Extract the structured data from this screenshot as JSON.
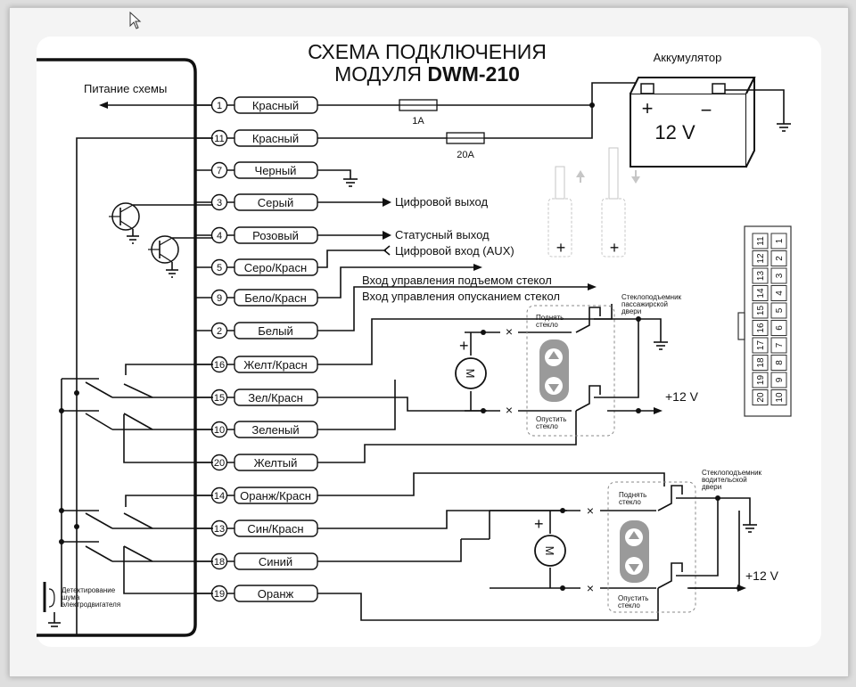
{
  "title": {
    "line1": "СХЕМА ПОДКЛЮЧЕНИЯ",
    "line2_prefix": "МОДУЛЯ ",
    "line2_model": "DWM-210"
  },
  "power_label": "Питание схемы",
  "battery": {
    "label": "Аккумулятор",
    "voltage": "12 V",
    "plus": "+",
    "minus": "−"
  },
  "fuses": [
    {
      "label": "1A"
    },
    {
      "label": "20A"
    }
  ],
  "wires": [
    {
      "pin": "1",
      "color": "Красный"
    },
    {
      "pin": "11",
      "color": "Красный"
    },
    {
      "pin": "7",
      "color": "Черный"
    },
    {
      "pin": "3",
      "color": "Серый"
    },
    {
      "pin": "4",
      "color": "Розовый"
    },
    {
      "pin": "5",
      "color": "Серо/Красн"
    },
    {
      "pin": "9",
      "color": "Бело/Красн"
    },
    {
      "pin": "2",
      "color": "Белый"
    },
    {
      "pin": "16",
      "color": "Желт/Красн"
    },
    {
      "pin": "15",
      "color": "Зел/Красн"
    },
    {
      "pin": "10",
      "color": "Зеленый"
    },
    {
      "pin": "20",
      "color": "Желтый"
    },
    {
      "pin": "14",
      "color": "Оранж/Красн"
    },
    {
      "pin": "13",
      "color": "Син/Красн"
    },
    {
      "pin": "18",
      "color": "Синий"
    },
    {
      "pin": "19",
      "color": "Оранж"
    }
  ],
  "signals": {
    "digital_out": "Цифровой выход",
    "status_out": "Статусный  выход",
    "digital_in": "Цифровой вход (AUX)",
    "up_control": "Вход управления подъемом стекол",
    "down_control": "Вход управления опусканием стекол"
  },
  "passenger": {
    "title": [
      "Стеклоподъемник",
      "пассажирской",
      "двери"
    ],
    "raise": [
      "Поднять",
      "стекло"
    ],
    "lower": [
      "Опустить",
      "стекло"
    ],
    "supply": "+12 V",
    "motor": "M",
    "plus": "+"
  },
  "driver": {
    "title": [
      "Стеклоподъемник",
      "водительской",
      "двери"
    ],
    "raise": [
      "Поднять",
      "стекло"
    ],
    "lower": [
      "Опустить",
      "стекло"
    ],
    "supply": "+12 V",
    "motor": "M",
    "plus": "+"
  },
  "noise_detect": [
    "Детектирование",
    "шума",
    "электродвигателя"
  ],
  "door_switch_plus": [
    "+",
    "+"
  ],
  "connector": {
    "top_row": [
      "11",
      "12",
      "13",
      "14",
      "15",
      "16",
      "17",
      "18",
      "19",
      "20"
    ],
    "bottom_row": [
      "1",
      "2",
      "3",
      "4",
      "5",
      "6",
      "7",
      "8",
      "9",
      "10"
    ]
  }
}
